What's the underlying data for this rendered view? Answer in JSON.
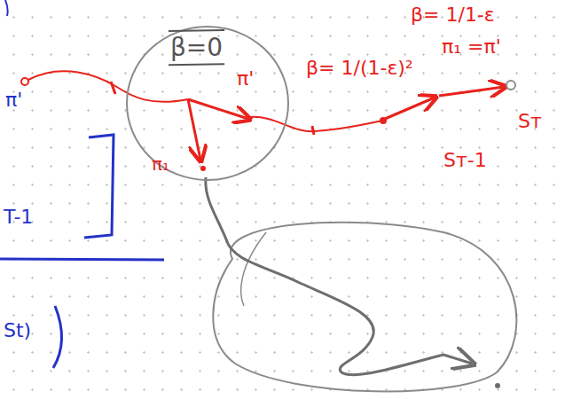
{
  "diagram": {
    "nodes": [
      {
        "text": [
          "β=0",
          "π'",
          "π₁"
        ]
      }
    ],
    "labels": [
      "β= 1/1-ε",
      "π₁ =π'",
      "β= 1/(1-ε)²",
      "Sᴛ",
      "Sᴛ-1",
      "π'",
      "T-1",
      "St)"
    ]
  }
}
